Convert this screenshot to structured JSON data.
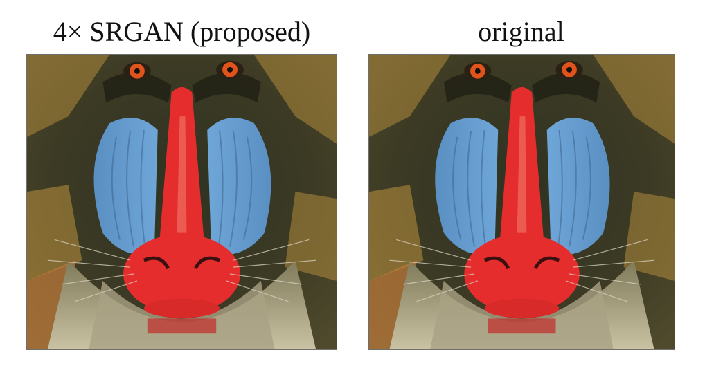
{
  "figure": {
    "left": {
      "title": "4× SRGAN (proposed)",
      "image": "mandrill-face-photo"
    },
    "right": {
      "title": "original",
      "image": "mandrill-face-photo"
    }
  },
  "colors": {
    "fur_dark": "#3c3a24",
    "fur_tan": "#b08a3c",
    "cheek_blue": "#6fa6d8",
    "nose_red": "#e62d2d",
    "eye_orange": "#e0531a",
    "whisker": "#d9d3c0"
  }
}
